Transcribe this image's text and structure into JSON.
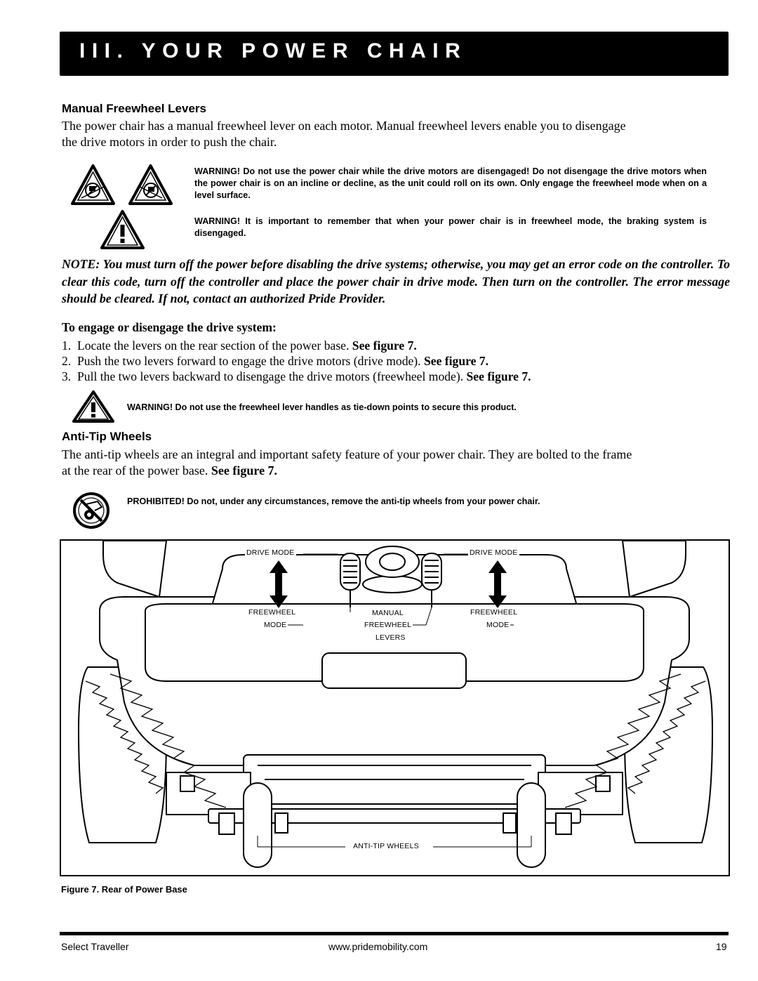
{
  "header": {
    "title": "III. YOUR POWER CHAIR"
  },
  "section1": {
    "heading": "Manual Freewheel Levers",
    "intro_line1": "The power chair has a manual freewheel lever on each motor. Manual freewheel levers enable you to disengage",
    "intro_line2": "the drive motors in order to push the chair.",
    "warning1": "WARNING! Do not use the power chair while the drive motors are disengaged! Do not disengage the drive motors when the power chair is on an incline or decline, as the unit could roll on its own. Only engage the freewheel mode when on a level surface.",
    "warning2": "WARNING! It is important to remember that when your power chair is in freewheel mode, the braking system is disengaged.",
    "note": "NOTE: You must turn off the power before disabling the drive systems; otherwise, you may get an error code on the controller. To clear this code, turn off the controller and place the power chair in drive mode. Then turn on the controller. The error message should be cleared. If not, contact an authorized Pride Provider.",
    "steps_heading": "To engage or disengage the drive system:",
    "steps": [
      {
        "num": "1.",
        "text": "Locate the levers on the rear section of the power base. ",
        "ref": "See figure 7."
      },
      {
        "num": "2.",
        "text": "Push the two levers forward to engage the drive motors (drive mode). ",
        "ref": "See figure 7."
      },
      {
        "num": "3.",
        "text": "Pull the two levers backward to disengage the drive motors (freewheel mode). ",
        "ref": "See figure 7."
      }
    ],
    "warning3": "WARNING! Do not use the freewheel lever handles as tie-down points to secure this product."
  },
  "section2": {
    "heading": "Anti-Tip Wheels",
    "body_line1": "The anti-tip wheels are an integral and important safety feature of your power chair. They are bolted to the frame",
    "body_line2_text": "at the rear of the power base. ",
    "body_line2_ref": "See figure 7.",
    "prohibited": "PROHIBITED! Do not, under any circumstances, remove the anti-tip wheels from your power chair."
  },
  "figure": {
    "labels": {
      "drive_mode_left": "DRIVE MODE",
      "drive_mode_right": "DRIVE MODE",
      "freewheel_left": "FREEWHEEL",
      "mode_left": "MODE",
      "freewheel_right": "FREEWHEEL",
      "mode_right": "MODE",
      "manual": "MANUAL",
      "manual_freewheel": "FREEWHEEL",
      "levers": "LEVERS",
      "anti_tip": "ANTI-TIP WHEELS"
    },
    "caption": "Figure 7. Rear of Power Base"
  },
  "footer": {
    "left": "Select Traveller",
    "center": "www.pridemobility.com",
    "page": "19"
  },
  "icons": [
    "no-incline-icon",
    "no-decline-icon",
    "warning-exclamation-icon",
    "prohibited-anti-tip-icon"
  ]
}
